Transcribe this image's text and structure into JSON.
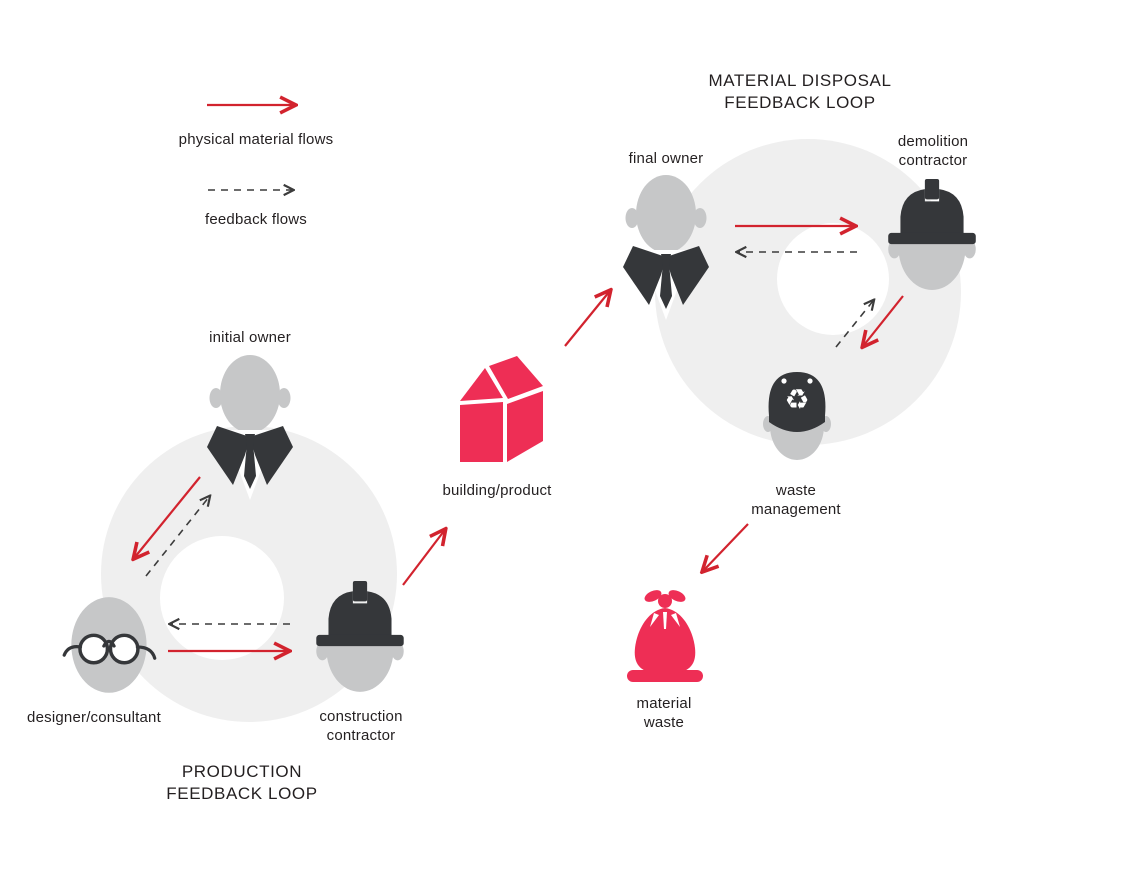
{
  "legend": {
    "physical_label": "physical material flows",
    "feedback_label": "feedback flows"
  },
  "production_loop": {
    "title_line1": "PRODUCTION",
    "title_line2": "FEEDBACK LOOP",
    "actors": {
      "initial_owner": "initial owner",
      "designer": "designer/consultant",
      "construction_line1": "construction",
      "construction_line2": "contractor"
    }
  },
  "disposal_loop": {
    "title_line1": "MATERIAL DISPOSAL",
    "title_line2": "FEEDBACK LOOP",
    "actors": {
      "final_owner": "final owner",
      "demolition_line1": "demolition",
      "demolition_line2": "contractor",
      "waste_line1": "waste",
      "waste_line2": "management"
    }
  },
  "items": {
    "building": "building/product",
    "material_waste_line1": "material",
    "material_waste_line2": "waste"
  },
  "icons": {
    "initial_owner": "businessman-icon",
    "final_owner": "businessman-icon",
    "designer": "person-glasses-icon",
    "construction_contractor": "person-hardhat-icon",
    "demolition_contractor": "person-hardhat-icon",
    "waste_management": "person-recycle-cap-icon",
    "building": "house-icon",
    "material_waste": "trash-bag-icon",
    "physical_flow": "solid-red-arrow-icon",
    "feedback_flow": "dashed-arrow-icon"
  },
  "colors": {
    "arrow_red": "#d2232e",
    "accent_pink": "#ee2e55",
    "donut_gray": "#efefef",
    "figure_gray": "#c6c7c8",
    "dark": "#35373a",
    "text": "#231f20",
    "dash": "#3c3c3c"
  }
}
